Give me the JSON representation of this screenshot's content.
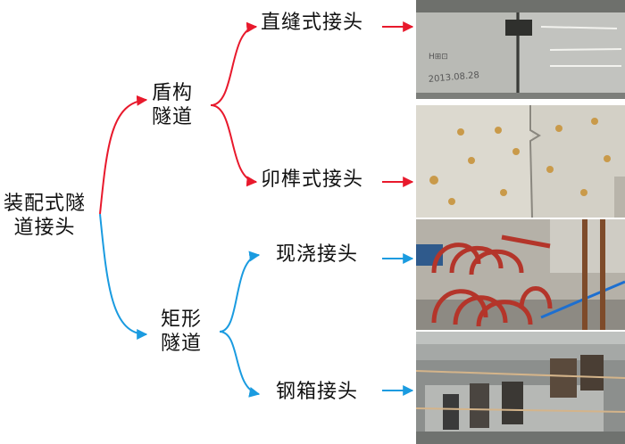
{
  "root": {
    "label": "装配式隧\n道接头"
  },
  "branches": [
    {
      "label": "盾构\n隧道",
      "color": "#e8192c",
      "joints": [
        {
          "label": "直缝式接头",
          "photo_text": "2013.08.28"
        },
        {
          "label": "卯榫式接头"
        }
      ]
    },
    {
      "label": "矩形\n隧道",
      "color": "#1a9be0",
      "joints": [
        {
          "label": "现浇接头"
        },
        {
          "label": "钢箱接头"
        }
      ]
    }
  ]
}
